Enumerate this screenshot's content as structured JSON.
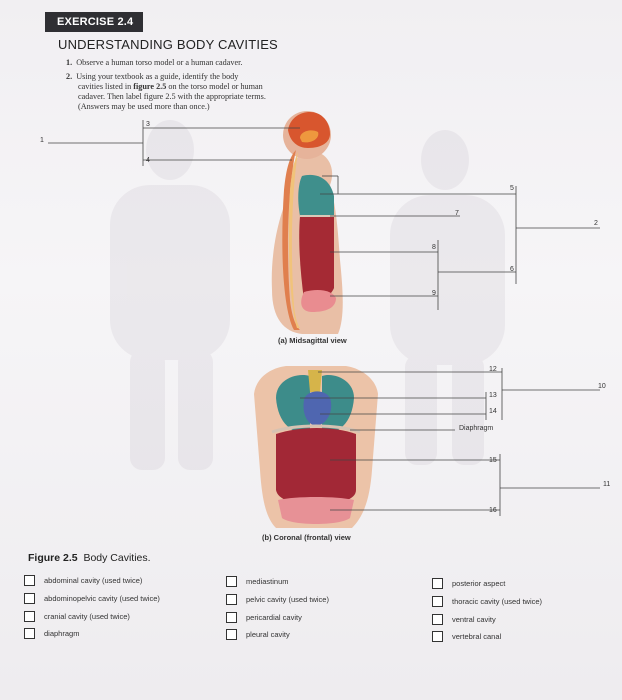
{
  "exercise_tag": "EXERCISE 2.4",
  "heading": "UNDERSTANDING BODY CAVITIES",
  "steps": [
    {
      "num": "1.",
      "text": "Observe a human torso model or a human cadaver."
    },
    {
      "num": "2.",
      "line1": "Using your textbook as a guide, identify the body",
      "line2_a": "cavities listed in ",
      "line2_b": "figure 2.5",
      "line2_c": " on the torso model or human",
      "line3": "cadaver. Then label figure 2.5 with the appropriate terms.",
      "line4": "(Answers may be used more than once.)"
    }
  ],
  "labels": {
    "l1": "1",
    "l2": "2",
    "l3": "3",
    "l4": "4",
    "l5": "5",
    "l6": "6",
    "l7": "7",
    "l8": "8",
    "l9": "9",
    "l10": "10",
    "l11": "11",
    "l12": "12",
    "l13": "13",
    "l14": "14",
    "l15": "15",
    "l16": "16",
    "diaphragm": "Diaphragm"
  },
  "captions": {
    "a": "(a) Midsagittal view",
    "b": "(b) Coronal (frontal) view"
  },
  "figure": {
    "number": "Figure 2.5",
    "title": "Body Cavities."
  },
  "terms": {
    "col1": [
      "abdominal cavity (used twice)",
      "abdominopelvic cavity (used twice)",
      "cranial cavity (used twice)",
      "diaphragm"
    ],
    "col2": [
      "mediastinum",
      "pelvic cavity (used twice)",
      "pericardial cavity",
      "pleural cavity"
    ],
    "col3": [
      "posterior aspect",
      "thoracic cavity (used twice)",
      "ventral cavity",
      "vertebral canal"
    ]
  }
}
